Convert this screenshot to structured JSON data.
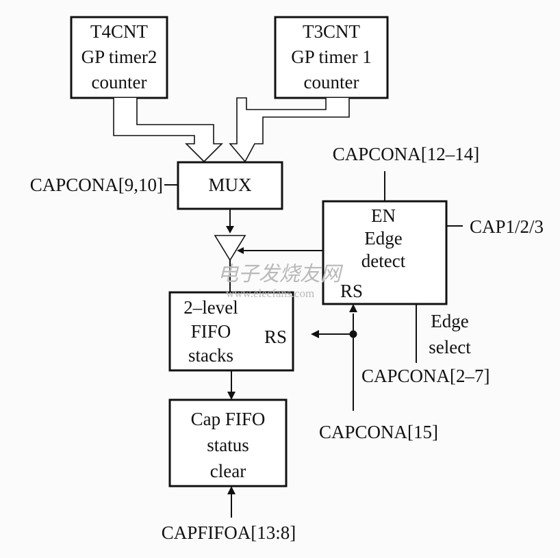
{
  "blocks": {
    "t4cnt": [
      "T4CNT",
      "GP timer2",
      "counter"
    ],
    "t3cnt": [
      "T3CNT",
      "GP timer 1",
      "counter"
    ],
    "mux": [
      "MUX"
    ],
    "edge": [
      "EN",
      "Edge",
      "detect"
    ],
    "edge_rs": "RS",
    "fifo": [
      "2–level",
      "FIFO",
      "stacks"
    ],
    "fifo_rs": "RS",
    "capstatus": [
      "Cap FIFO",
      "status",
      "clear"
    ]
  },
  "signals": {
    "mux_select": "CAPCONA[9,10]",
    "edge_enable": "CAPCONA[12–14]",
    "cap_pins": "CAP1/2/3",
    "edge_select": [
      "Edge",
      "select"
    ],
    "edge_select_bits": "CAPCONA[2–7]",
    "reset": "CAPCONA[15]",
    "fifo_status": "CAPFIFOA[13:8]"
  },
  "watermark": {
    "chinese": "电子发烧友网",
    "url": "www.elecfans.com"
  }
}
